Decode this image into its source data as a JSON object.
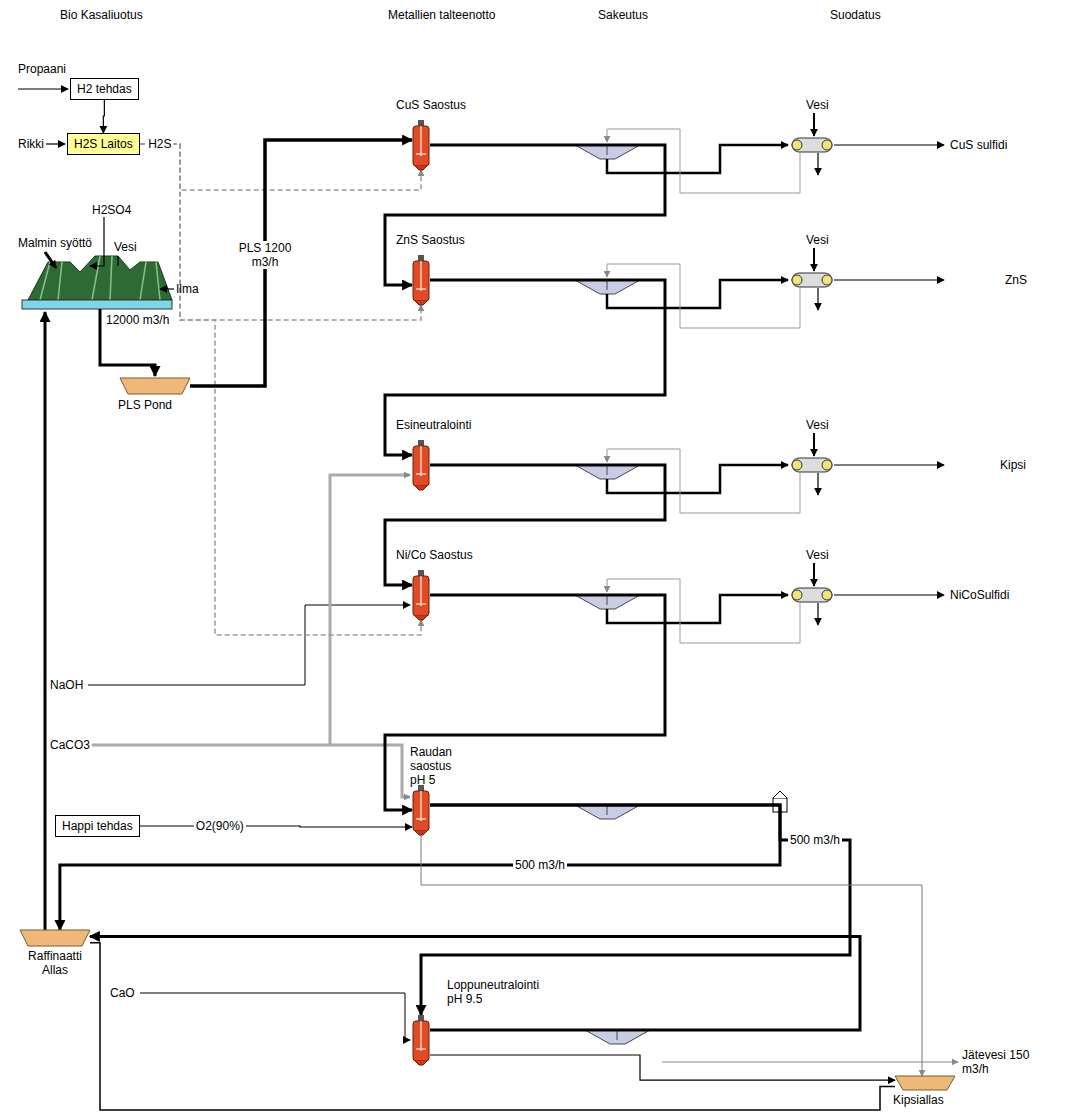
{
  "diagram": {
    "nodes": [
      {
        "text": [
          "H2 tehdas"
        ]
      },
      {
        "text": [
          "H2S Laitos"
        ]
      },
      {
        "text": [
          "PLS Pond"
        ]
      },
      {
        "text": [
          "CuS Saostus"
        ]
      },
      {
        "text": [
          "ZnS Saostus"
        ]
      },
      {
        "text": [
          "Esineutralointi"
        ]
      },
      {
        "text": [
          "Ni/Co Saostus"
        ]
      },
      {
        "text": [
          "Raudan saostus pH 5"
        ]
      },
      {
        "text": [
          "Happi tehdas"
        ]
      },
      {
        "text": [
          "Raffinaatti Allas"
        ]
      },
      {
        "text": [
          "Loppuneutralointi pH 9.5"
        ]
      },
      {
        "text": [
          "Kipsiallas"
        ]
      }
    ],
    "edges": [
      {
        "from": 0,
        "to": 1,
        "arrow": "to"
      },
      {
        "from": 1,
        "to": 3,
        "label": "H2S",
        "arrow": "to"
      },
      {
        "from": 1,
        "to": 4,
        "arrow": "to"
      },
      {
        "from": 1,
        "to": 6,
        "arrow": "to"
      },
      {
        "from": 2,
        "to": 3,
        "label": "PLS 1200 m3/h",
        "arrow": "to"
      },
      {
        "from": 3,
        "to": 4,
        "arrow": "to"
      },
      {
        "from": 4,
        "to": 5,
        "arrow": "to"
      },
      {
        "from": 5,
        "to": 6,
        "arrow": "to"
      },
      {
        "from": 6,
        "to": 7,
        "arrow": "to"
      },
      {
        "from": 8,
        "to": 7,
        "label": "O2(90%)",
        "arrow": "to"
      },
      {
        "from": 7,
        "to": 9,
        "label": "500 m3/h",
        "arrow": "to"
      },
      {
        "from": 7,
        "to": 10,
        "label": "500 m3/h",
        "arrow": "to"
      },
      {
        "from": 7,
        "to": 11,
        "arrow": "to"
      },
      {
        "from": 10,
        "to": 9,
        "arrow": "to"
      },
      {
        "from": 10,
        "to": 11,
        "arrow": "to"
      },
      {
        "from": 9,
        "to": 11,
        "arrow": "none"
      }
    ],
    "labels": [
      "Bio Kasaliuotus",
      "Metallien talteenotto",
      "Sakeutus",
      "Suodatus",
      "Propaani",
      "Rikki",
      "Malmin syöttö",
      "H2SO4",
      "Vesi",
      "Ilma",
      "12000 m3/h",
      "Vesi",
      "CuS sulfidi",
      "Vesi",
      "ZnS",
      "Vesi",
      "Kipsi",
      "Vesi",
      "NiCoSulfidi",
      "NaOH",
      "CaCO3",
      "CaO",
      "Jätevesi 150 m3/h"
    ]
  }
}
